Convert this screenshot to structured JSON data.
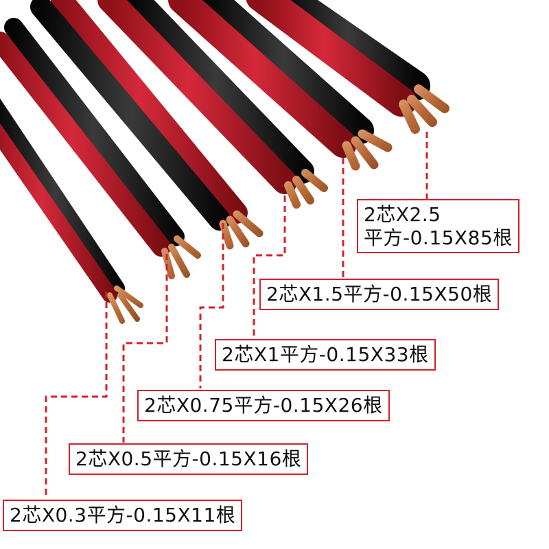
{
  "colors": {
    "cable_red": "#c81e2c",
    "cable_black": "#1a1a1a",
    "copper": "#c77a45",
    "leader_red": "#d4202a"
  },
  "labels": [
    {
      "id": "spec-2x2-5",
      "line1": "2芯X2.5",
      "line2": "平方-0.15X85根"
    },
    {
      "id": "spec-2x1-5",
      "text": "2芯X1.5平方-0.15X50根"
    },
    {
      "id": "spec-2x1",
      "text": "2芯X1平方-0.15X33根"
    },
    {
      "id": "spec-2x0-75",
      "text": "2芯X0.75平方-0.15X26根"
    },
    {
      "id": "spec-2x0-5",
      "text": "2芯X0.5平方-0.15X16根"
    },
    {
      "id": "spec-2x0-3",
      "text": "2芯X0.3平方-0.15X11根"
    }
  ]
}
